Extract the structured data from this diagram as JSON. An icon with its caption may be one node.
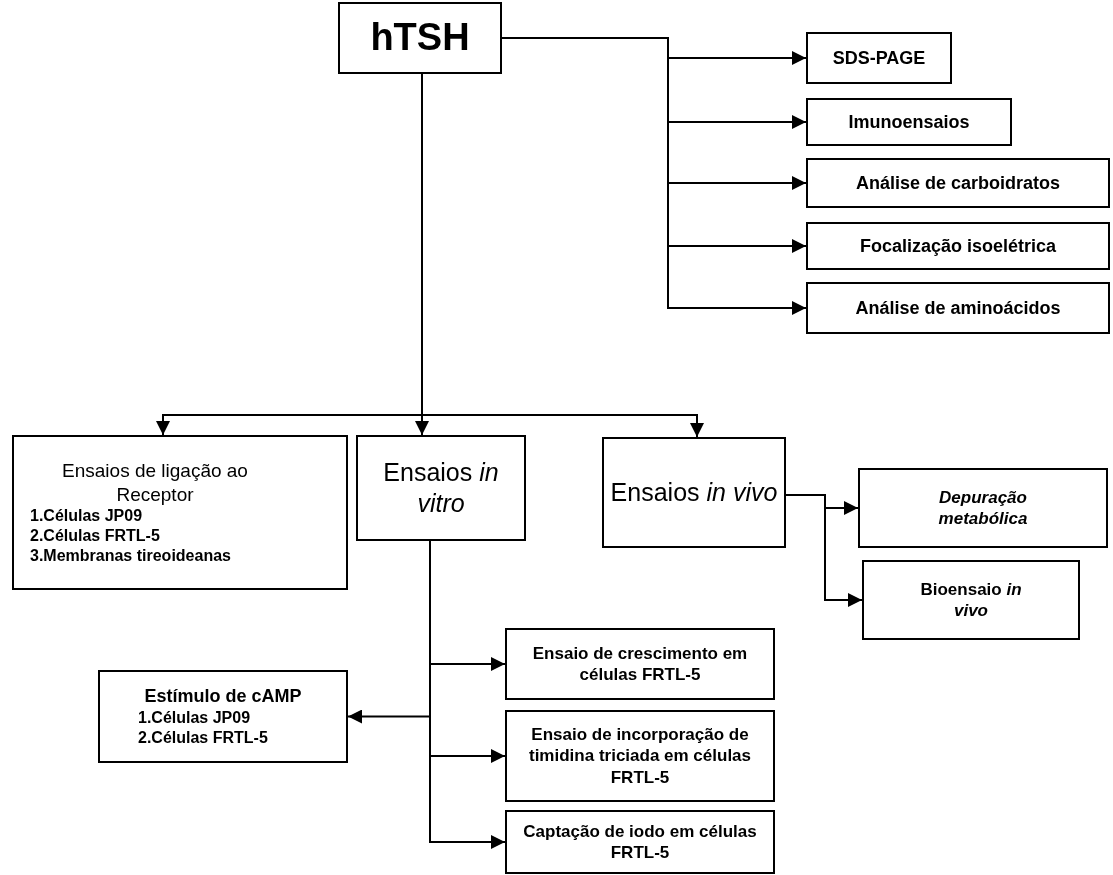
{
  "diagram": {
    "nodes": [
      {
        "text": [
          "hTSH"
        ]
      },
      {
        "text": [
          "SDS-PAGE"
        ]
      },
      {
        "text": [
          "Imunoensaios"
        ]
      },
      {
        "text": [
          "Análise de carboidratos"
        ]
      },
      {
        "text": [
          "Focalização isoelétrica"
        ]
      },
      {
        "text": [
          "Análise de aminoácidos"
        ]
      },
      {
        "text": [
          "Ensaios de ligação ao Receptor",
          "1.Células JP09",
          "2.Células FRTL-5",
          "3.Membranas tireoideanas"
        ]
      },
      {
        "text": [
          "Ensaios *in vitro*"
        ]
      },
      {
        "text": [
          "Ensaios *in vivo*"
        ]
      },
      {
        "text": [
          "Depuração metabólica"
        ]
      },
      {
        "text": [
          "Bioensaio *in vivo*"
        ]
      },
      {
        "text": [
          "Estímulo de cAMP",
          "1.Células JP09",
          "2.Células FRTL-5"
        ]
      },
      {
        "text": [
          "Ensaio de crescimento em células FRTL-5"
        ]
      },
      {
        "text": [
          "Ensaio de incorporação de timidina triciada em células FRTL-5"
        ]
      },
      {
        "text": [
          "Captação de iodo em células FRTL-5"
        ]
      }
    ],
    "edges": [
      {
        "from": 0,
        "to": 1,
        "arrow": "to"
      },
      {
        "from": 0,
        "to": 2,
        "arrow": "to"
      },
      {
        "from": 0,
        "to": 3,
        "arrow": "to"
      },
      {
        "from": 0,
        "to": 4,
        "arrow": "to"
      },
      {
        "from": 0,
        "to": 5,
        "arrow": "to"
      },
      {
        "from": 0,
        "to": 6,
        "arrow": "to"
      },
      {
        "from": 0,
        "to": 7,
        "arrow": "to"
      },
      {
        "from": 0,
        "to": 8,
        "arrow": "to"
      },
      {
        "from": 8,
        "to": 9,
        "arrow": "to"
      },
      {
        "from": 8,
        "to": 10,
        "arrow": "to"
      },
      {
        "from": 7,
        "to": 12,
        "arrow": "to"
      },
      {
        "from": 7,
        "to": 13,
        "arrow": "to"
      },
      {
        "from": 7,
        "to": 14,
        "arrow": "to"
      },
      {
        "from": 7,
        "to": 11,
        "arrow": "to"
      }
    ]
  }
}
